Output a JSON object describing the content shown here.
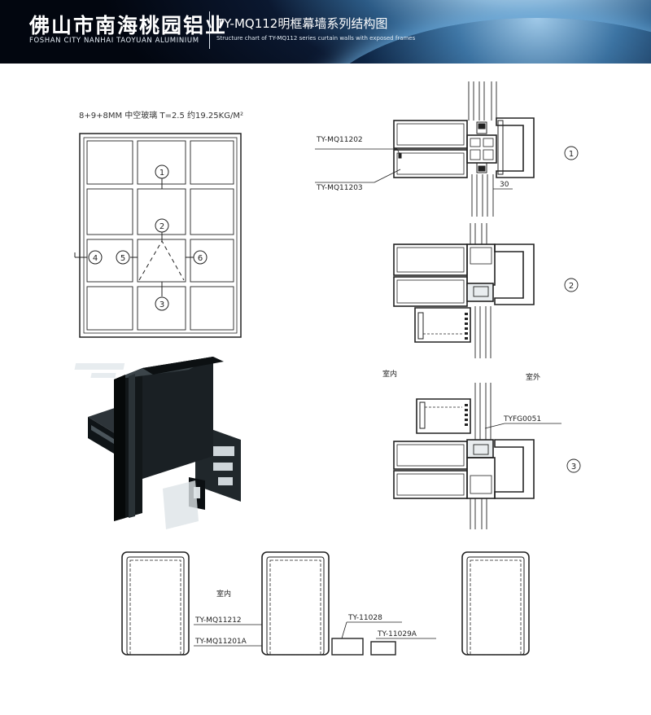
{
  "banner": {
    "logo_cn": "佛山市南海桃园铝业",
    "logo_en": "FOSHAN CITY NANHAI TAOYUAN ALUMINIUM",
    "title": "TY-MQ112明框幕墙系列结构图",
    "subtitle": "Structure chart of TY-MQ112 series curtain walls with exposed frames"
  },
  "glass_spec": "8+9+8MM 中空玻璃  T=2.5  约19.25KG/M²",
  "elevation": {
    "markers": [
      "1",
      "2",
      "3",
      "4",
      "5",
      "6"
    ]
  },
  "sections": [
    {
      "marker": "1",
      "callouts": [
        "TY-MQ11202",
        "TY-MQ11203"
      ],
      "dimension": "30"
    },
    {
      "marker": "2"
    },
    {
      "marker": "3",
      "callouts": [
        "TYFG0051"
      ]
    }
  ],
  "side_labels": {
    "indoor": "室内",
    "outdoor": "室外"
  },
  "plan": {
    "indoor": "室内",
    "callouts": [
      "TY-MQ11212",
      "TY-MQ11201A",
      "TY-11028",
      "TY-11029A"
    ]
  },
  "colors": {
    "line": "#222222",
    "profile_dark": "#141a1e"
  }
}
